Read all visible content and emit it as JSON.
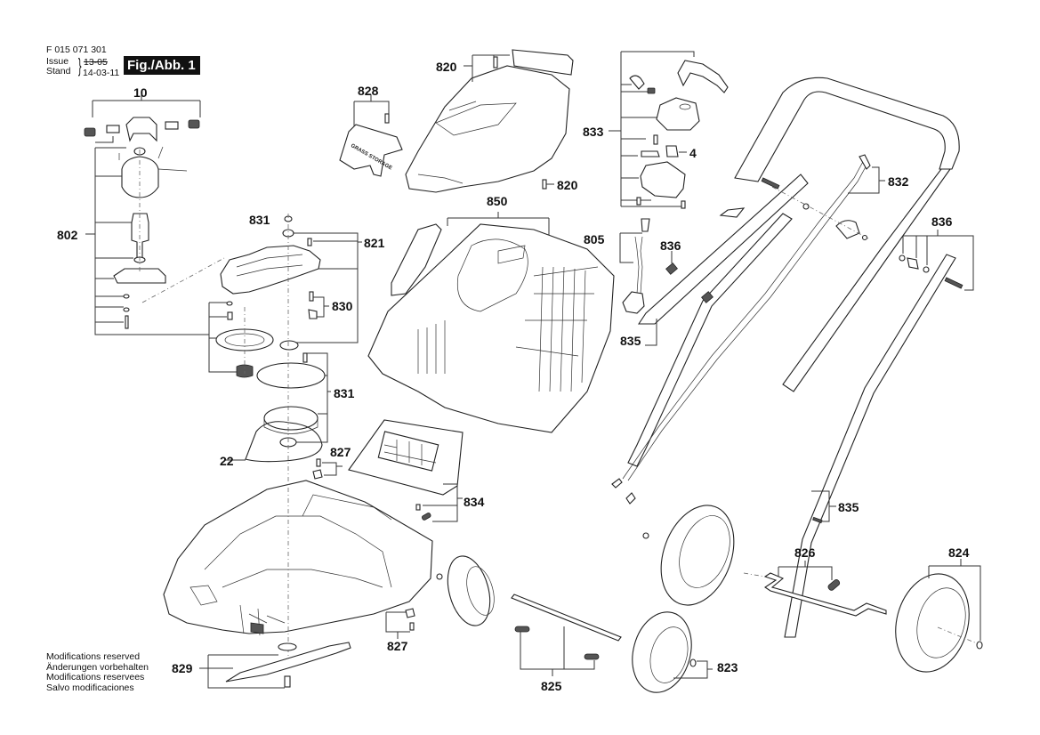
{
  "header": {
    "document_number": "F 015 071 301",
    "issue_label": "Issue",
    "stand_label": "Stand",
    "issue_old": "13-05",
    "issue_new": "14-03-11",
    "figure_label": "Fig./Abb. 1"
  },
  "footer": {
    "modifications": [
      "Modifications reserved",
      "Änderungen vorbehalten",
      "Modifications reservees",
      "Salvo modificaciones"
    ]
  },
  "decals": {
    "grass_box_cover_text": "GRASS STORAGE"
  },
  "part_labels": {
    "p10": "10",
    "p802": "802",
    "p828": "828",
    "p820_top": "820",
    "p820_bottom": "820",
    "p833": "833",
    "p4": "4",
    "p832": "832",
    "p850": "850",
    "p831_top": "831",
    "p821": "821",
    "p805": "805",
    "p836_left": "836",
    "p836_right": "836",
    "p830": "830",
    "p835_top": "835",
    "p831_mid": "831",
    "p22": "22",
    "p827_top": "827",
    "p834": "834",
    "p835_bottom": "835",
    "p826": "826",
    "p824": "824",
    "p827_bottom": "827",
    "p829": "829",
    "p823": "823",
    "p825": "825"
  }
}
